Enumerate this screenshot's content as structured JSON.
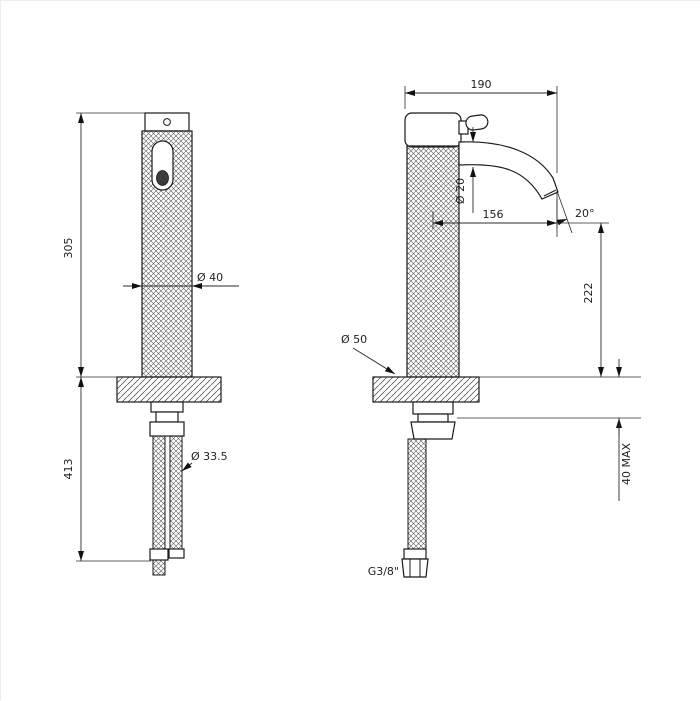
{
  "drawing": {
    "front_view": {
      "dim_body_height": "305",
      "dim_install_height": "413",
      "dim_body_diameter": "Ø 40",
      "dim_hose_diameter": "Ø 33.5"
    },
    "side_view": {
      "dim_overall_depth": "190",
      "dim_spout_diameter": "Ø 20",
      "dim_spout_reach": "156",
      "dim_spout_angle": "20°",
      "dim_spout_height": "222",
      "dim_base_diameter": "Ø 50",
      "dim_max_counter": "40 MAX",
      "dim_thread": "G3/8\""
    }
  }
}
